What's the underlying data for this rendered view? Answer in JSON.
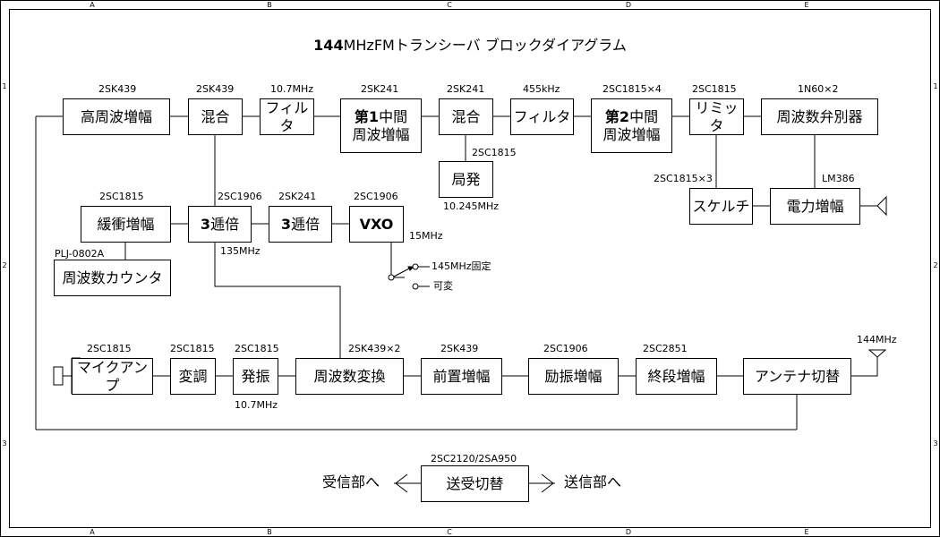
{
  "title": {
    "bold": "144",
    "rest": "MHzFMトランシーバ  ブロックダイアグラム"
  },
  "grid": {
    "columns": [
      "A",
      "B",
      "C",
      "D",
      "E"
    ],
    "rows": [
      "1",
      "2",
      "3"
    ]
  },
  "receiver": {
    "rf_amp": {
      "label": "高周波増幅",
      "part": "2SK439"
    },
    "mixer1": {
      "label": "混合",
      "part": "2SK439"
    },
    "filter1": {
      "label": "フィルタ",
      "part": "10.7MHz"
    },
    "if1_amp": {
      "label_line1_bold": "第1",
      "label_line1": "中間",
      "label_line2": "周波増幅",
      "part": "2SK241"
    },
    "mixer2": {
      "label": "混合",
      "part": "2SK241"
    },
    "filter2": {
      "label": "フィルタ",
      "part": "455kHz"
    },
    "if2_amp": {
      "label_line1_bold": "第2",
      "label_line1": "中間",
      "label_line2": "周波増幅",
      "part": "2SC1815×4"
    },
    "limiter": {
      "label": "リミッタ",
      "part": "2SC1815"
    },
    "discriminator": {
      "label": "周波数弁別器",
      "part": "1N60×2"
    },
    "local_osc": {
      "label": "局発",
      "part": "2SC1815",
      "freq": "10.245MHz"
    },
    "squelch": {
      "label": "スケルチ",
      "part": "2SC1815×3"
    },
    "power_amp": {
      "label": "電力増幅",
      "part": "LM386"
    }
  },
  "local": {
    "buffer_amp": {
      "label": "緩衝増幅",
      "part": "2SC1815"
    },
    "counter": {
      "label": "周波数カウンタ",
      "part": "PLJ-0802A"
    },
    "tripler1": {
      "label_bold": "3",
      "label": "逓倍",
      "part": "2SC1906",
      "freq": "135MHz"
    },
    "tripler2": {
      "label_bold": "3",
      "label": "逓倍",
      "part": "2SK241"
    },
    "vxo": {
      "label": "VXO",
      "part": "2SC1906",
      "freq": "15MHz"
    },
    "switch": {
      "option_fixed": "145MHz固定",
      "option_variable": "可変"
    }
  },
  "transmitter": {
    "mic_amp": {
      "label": "マイクアンプ",
      "part": "2SC1815"
    },
    "modulator": {
      "label": "変調",
      "part": "2SC1815"
    },
    "oscillator": {
      "label": "発振",
      "part": "2SC1815",
      "freq": "10.7MHz"
    },
    "converter": {
      "label": "周波数変換",
      "part": "2SK439×2"
    },
    "pre_amp": {
      "label": "前置増幅",
      "part": "2SK439"
    },
    "driver_amp": {
      "label": "励振増幅",
      "part": "2SC1906"
    },
    "final_amp": {
      "label": "終段増幅",
      "part": "2SC2851"
    },
    "ant_switch": {
      "label": "アンテナ切替",
      "antenna_freq": "144MHz"
    }
  },
  "tr_switch": {
    "label": "送受切替",
    "part": "2SC2120/2SA950",
    "left_dest": "受信部へ",
    "right_dest": "送信部へ"
  }
}
